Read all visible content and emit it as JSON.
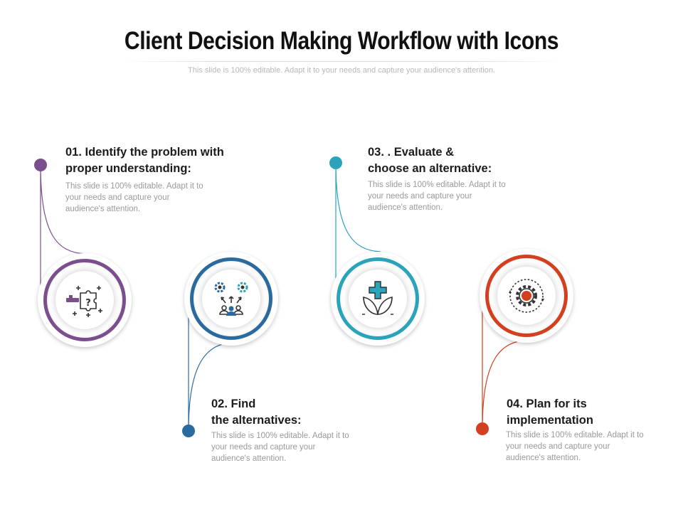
{
  "title": "Client Decision Making Workflow with Icons",
  "subtitle": "This slide is 100% editable. Adapt it to your needs and capture your audience's attention.",
  "steps": [
    {
      "title": "01. Identify the problem with\nproper understanding:",
      "description": "This slide is 100% editable. Adapt it to your needs and capture your audience's attention.",
      "color": "#7b4f8e",
      "icon": "key-puzzle-icon"
    },
    {
      "title": "02. Find\nthe alternatives:",
      "description": "This slide is 100% editable. Adapt it to your needs and capture your audience's attention.",
      "color": "#2a6a9e",
      "icon": "gears-team-icon"
    },
    {
      "title": "03. . Evaluate &\nchoose an alternative:",
      "description": "This slide is 100% editable. Adapt it to your needs and capture your audience's attention.",
      "color": "#2aa3bb",
      "icon": "plus-leaves-icon"
    },
    {
      "title": "04. Plan for its\nimplementation",
      "description": "This slide is 100% editable. Adapt it to your needs and capture your audience's attention.",
      "color": "#d3401f",
      "icon": "gear-cycle-icon"
    }
  ]
}
